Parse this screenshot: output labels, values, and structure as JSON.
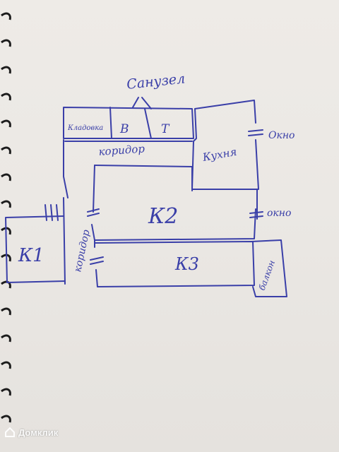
{
  "photo": {
    "subject": "hand-drawn apartment floor plan sketch on spiral notebook paper",
    "ink_color": "#3a3fa8",
    "paper_color": "#ebe8e4"
  },
  "labels": {
    "sanuzel": "Санузел",
    "bath": "В",
    "toilet": "Т",
    "storage": "Кладовка",
    "corridor_top": "коридор",
    "corridor_side": "коридор",
    "kitchen": "Кухня",
    "window_kitchen": "Окно",
    "window_k2": "окно",
    "room_k1": "К1",
    "room_k2": "К2",
    "room_k3": "К3",
    "balcony": "балкон"
  },
  "watermark": {
    "text": "Домклик"
  }
}
